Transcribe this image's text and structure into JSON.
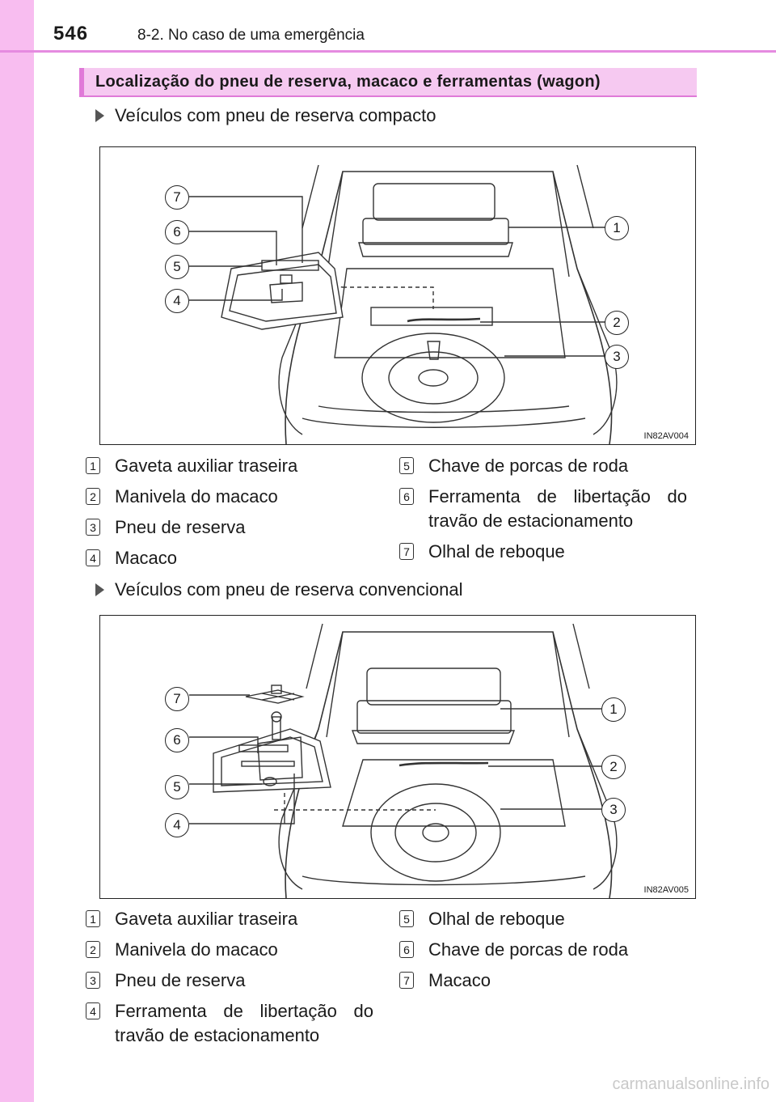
{
  "header": {
    "page_number": "546",
    "chapter": "8-2. No caso de uma emergência"
  },
  "section": {
    "title": "Localização do pneu de reserva, macaco e ferramentas (wagon)"
  },
  "compact": {
    "subheading": "Veículos com pneu de reserva compacto",
    "figure_code": "IN82AV004",
    "callouts": [
      "7",
      "6",
      "5",
      "4",
      "1",
      "2",
      "3"
    ],
    "legend": [
      {
        "num": "1",
        "text": "Gaveta auxiliar traseira"
      },
      {
        "num": "2",
        "text": "Manivela do macaco"
      },
      {
        "num": "3",
        "text": "Pneu de reserva"
      },
      {
        "num": "4",
        "text": "Macaco"
      },
      {
        "num": "5",
        "text": "Chave de porcas de roda"
      },
      {
        "num": "6",
        "text": "Ferramenta de libertação do travão de estacionamento"
      },
      {
        "num": "7",
        "text": "Olhal de reboque"
      }
    ]
  },
  "conventional": {
    "subheading": "Veículos com pneu de reserva convencional",
    "figure_code": "IN82AV005",
    "callouts": [
      "7",
      "6",
      "5",
      "4",
      "1",
      "2",
      "3"
    ],
    "legend": [
      {
        "num": "1",
        "text": "Gaveta auxiliar traseira"
      },
      {
        "num": "2",
        "text": "Manivela do macaco"
      },
      {
        "num": "3",
        "text": "Pneu de reserva"
      },
      {
        "num": "4",
        "text": "Ferramenta de libertação do travão de estacionamento"
      },
      {
        "num": "5",
        "text": "Olhal de reboque"
      },
      {
        "num": "6",
        "text": "Chave de porcas de roda"
      },
      {
        "num": "7",
        "text": "Macaco"
      }
    ]
  },
  "watermark": "carmanualsonline.info"
}
